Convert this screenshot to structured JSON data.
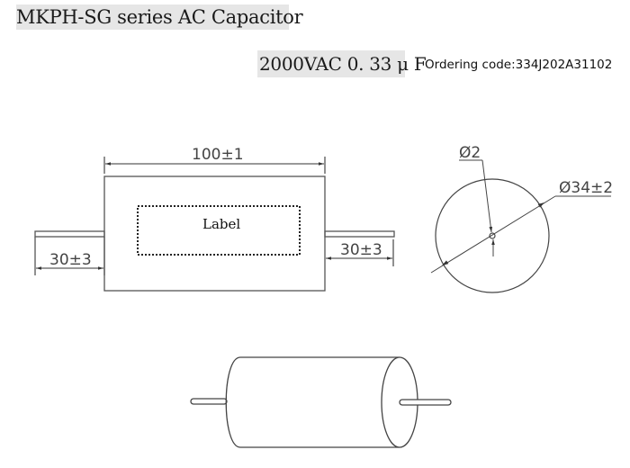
{
  "header": {
    "series_title": "MKPH-SG series AC Capacitor",
    "rating": "2000VAC 0. 33 μ F",
    "ordering_code": "Ordering code:334J202A31102"
  },
  "side_view": {
    "body_length": "100±1",
    "left_lead_length": "30±3",
    "right_lead_length": "30±3",
    "label_text": "Label"
  },
  "end_view": {
    "lead_diameter": "Ø2",
    "body_diameter": "Ø34±2"
  },
  "perspective_view": {
    "description": "cylindrical axial capacitor"
  },
  "colors": {
    "line": "#555555",
    "header_bg": "#e6e6e6"
  }
}
